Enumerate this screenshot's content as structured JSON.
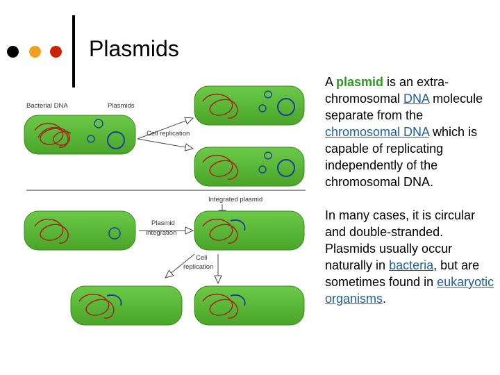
{
  "header": {
    "title": "Plasmids"
  },
  "colors": {
    "accent_dots": [
      "#000000",
      "#f0a01e",
      "#cc2200"
    ],
    "cell_fill": "#58b832",
    "highlight": "#2e9a1e",
    "link": "#1f5f9a"
  },
  "figure": {
    "labels": {
      "bacterial_dna": "Bacterial DNA",
      "plasmids": "Plasmids",
      "cell_replication": "Cell replication",
      "integrated_plasmid": "Integrated plasmid",
      "plasmid_integration_1": "Plasmid",
      "plasmid_integration_2": "integration",
      "cell_replication2_1": "Cell",
      "cell_replication2_2": "replication"
    }
  },
  "body": {
    "p1": {
      "a": "A ",
      "plasmid": "plasmid",
      "b": " is an extra-chromosomal ",
      "dna": "DNA",
      "c": " molecule separate from the ",
      "chromosomal_dna": "chromosomal DNA",
      "d": " which is capable of replicating independently of the chromosomal DNA."
    },
    "p2": {
      "a": "In many cases, it is circular and double-stranded. Plasmids usually occur naturally in ",
      "bacteria": "bacteria",
      "b": ", but are sometimes found in ",
      "eukaryotic": "eukaryotic organisms",
      "c": "."
    }
  }
}
